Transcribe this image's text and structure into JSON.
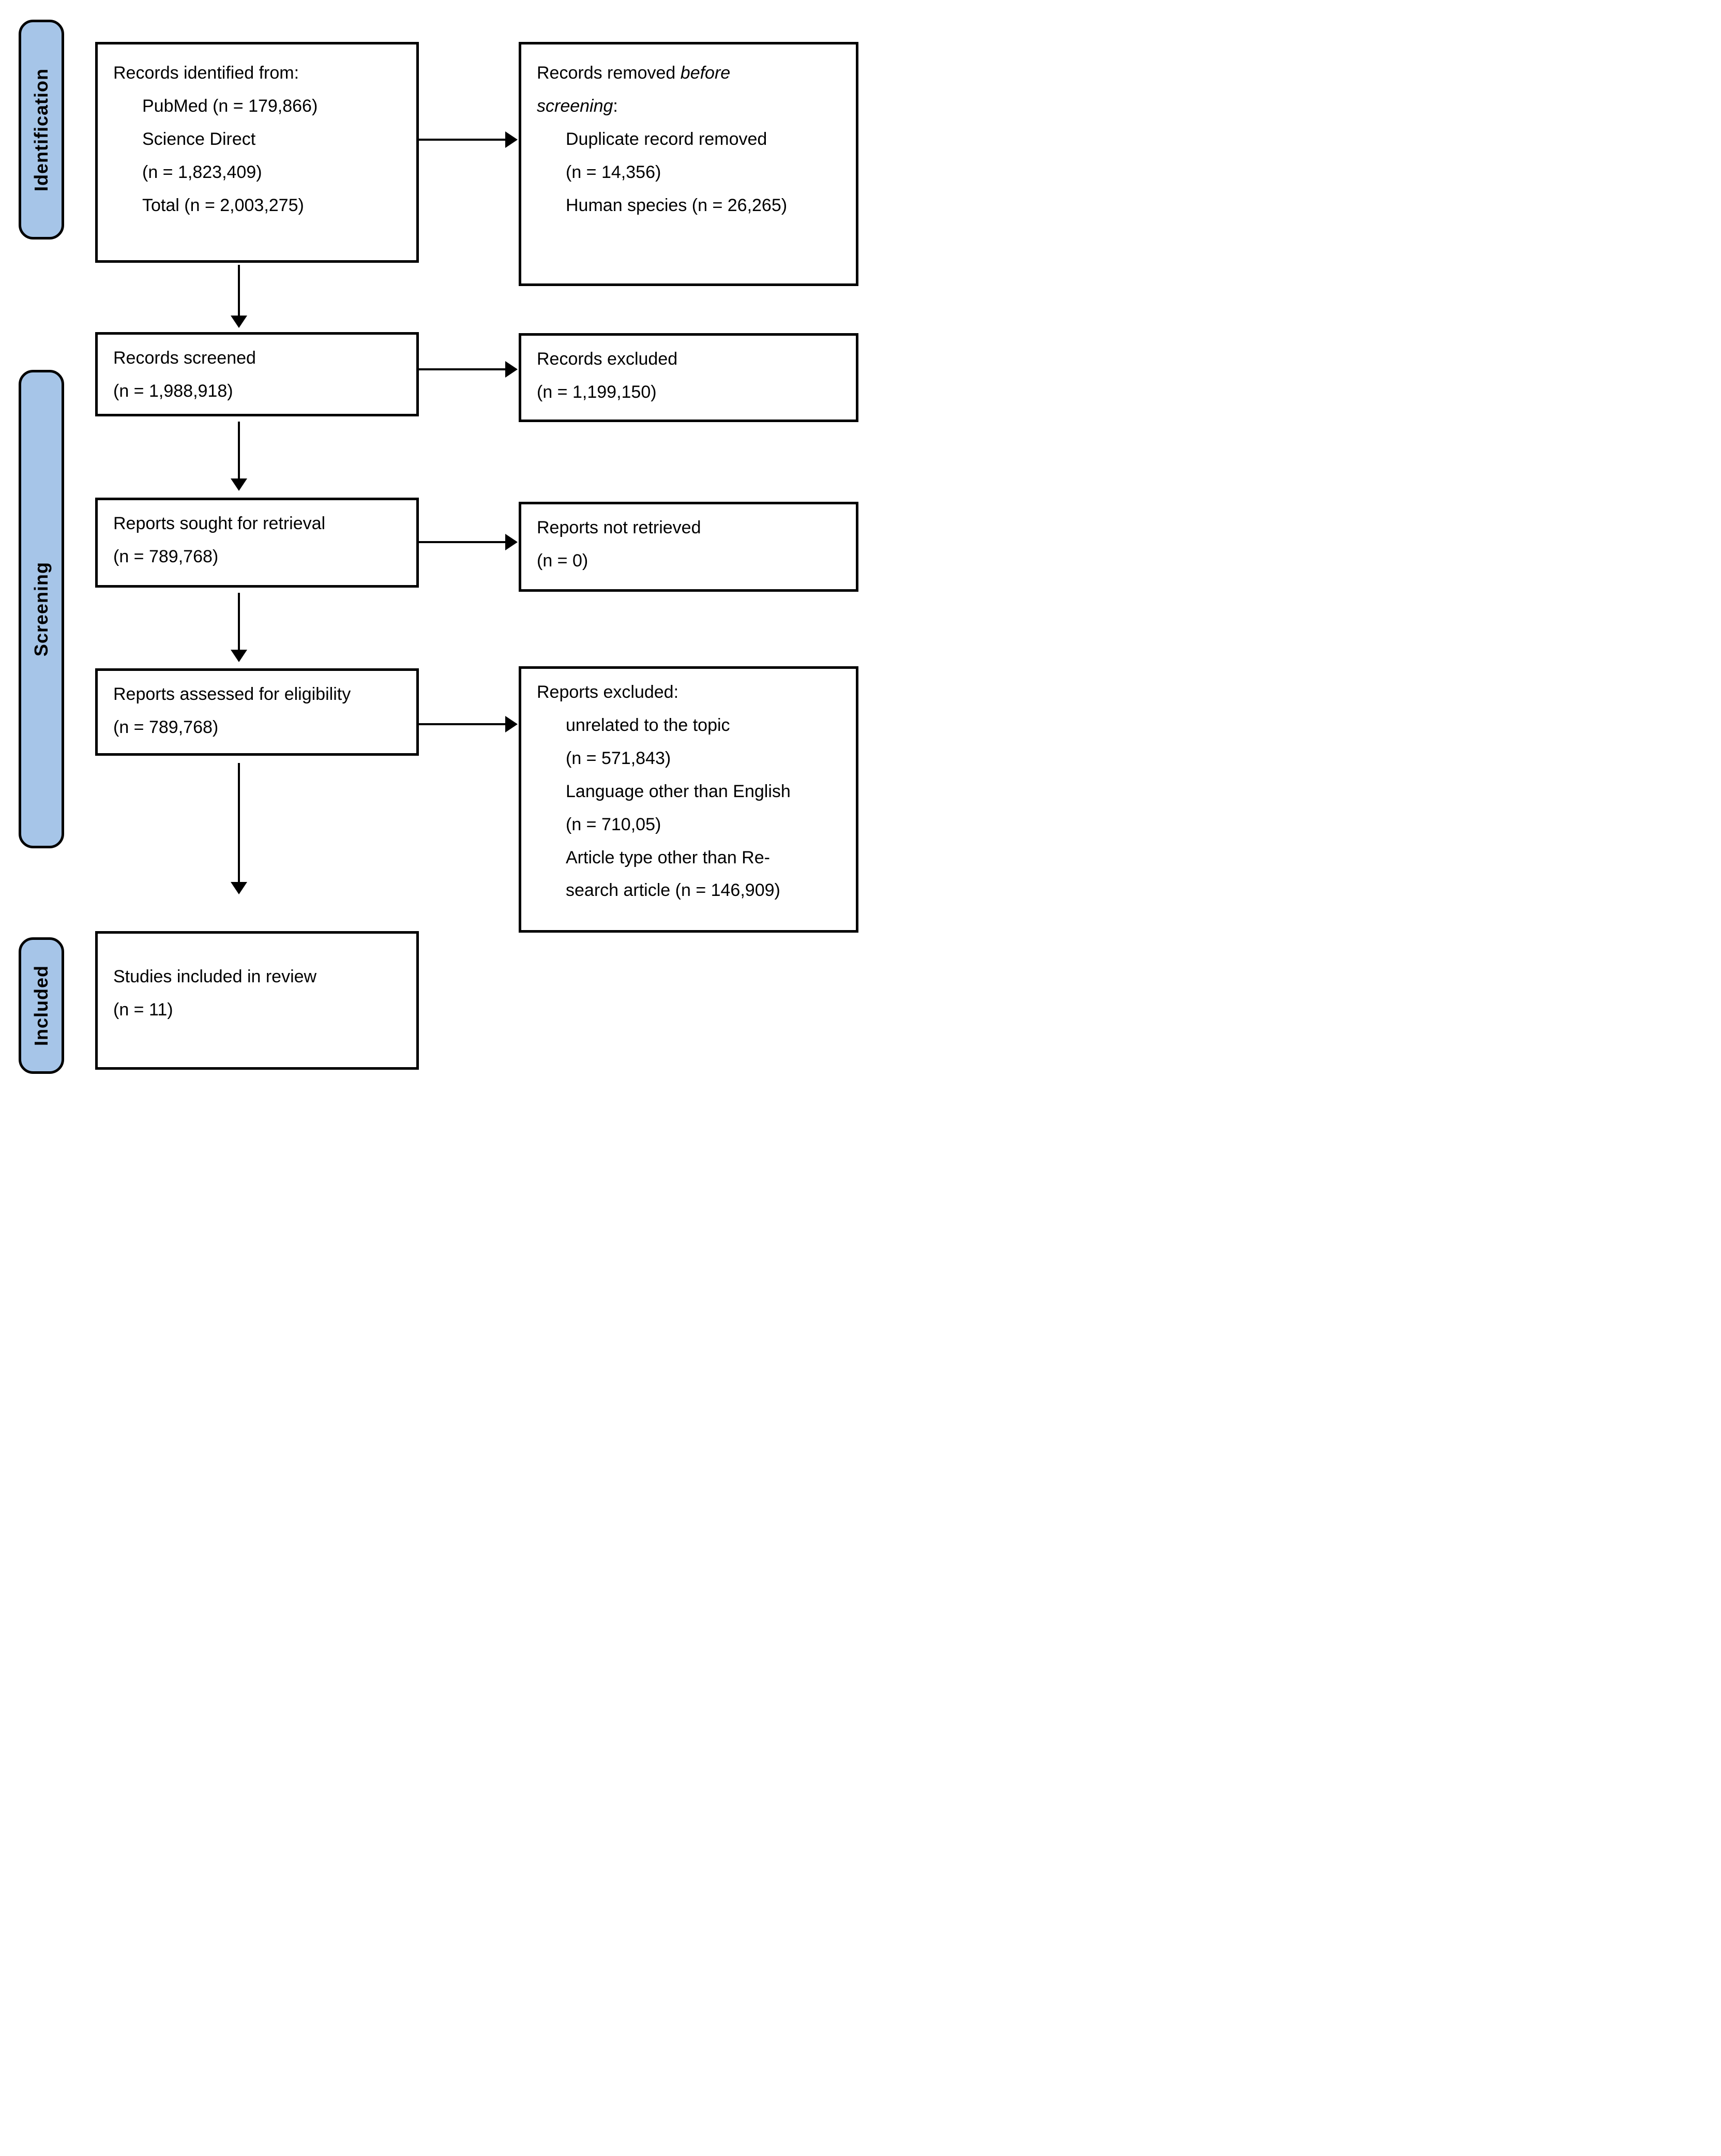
{
  "diagram": {
    "type": "PRISMA flow diagram",
    "colors": {
      "stage_fill": "#a6c5e8",
      "border": "#000000",
      "background": "#ffffff"
    },
    "stages": {
      "identification": {
        "label": "Identification"
      },
      "screening": {
        "label": "Screening"
      },
      "included": {
        "label": "Included"
      }
    },
    "boxes": {
      "records_identified": {
        "lines": [
          "Records identified from:",
          "PubMed (n = 179,866)",
          "Science Direct",
          "(n = 1,823,409)",
          "Total (n = 2,003,275)"
        ]
      },
      "records_removed": {
        "line1_normal": "Records removed ",
        "line1_italic": "before",
        "line2_italic": "screening",
        "line2_suffix": ":",
        "items": [
          "Duplicate record removed",
          "(n = 14,356)",
          "Human species (n = 26,265)"
        ]
      },
      "records_screened": {
        "lines": [
          "Records screened",
          "(n = 1,988,918)"
        ]
      },
      "records_excluded": {
        "lines": [
          "Records excluded",
          "(n = 1,199,150)"
        ]
      },
      "reports_sought": {
        "lines": [
          "Reports sought for retrieval",
          "(n = 789,768)"
        ]
      },
      "reports_not_retrieved": {
        "lines": [
          "Reports not retrieved",
          "(n = 0)"
        ]
      },
      "reports_assessed": {
        "lines": [
          "Reports assessed for eligibility",
          "(n = 789,768)"
        ]
      },
      "reports_excluded": {
        "header": "Reports excluded:",
        "items": [
          "unrelated to the topic",
          "(n = 571,843)",
          "Language other than English",
          "(n = 710,05)",
          "Article type other than Re-",
          "search article (n = 146,909)"
        ]
      },
      "studies_included": {
        "lines": [
          "Studies included in review",
          "(n = 11)"
        ]
      }
    }
  }
}
